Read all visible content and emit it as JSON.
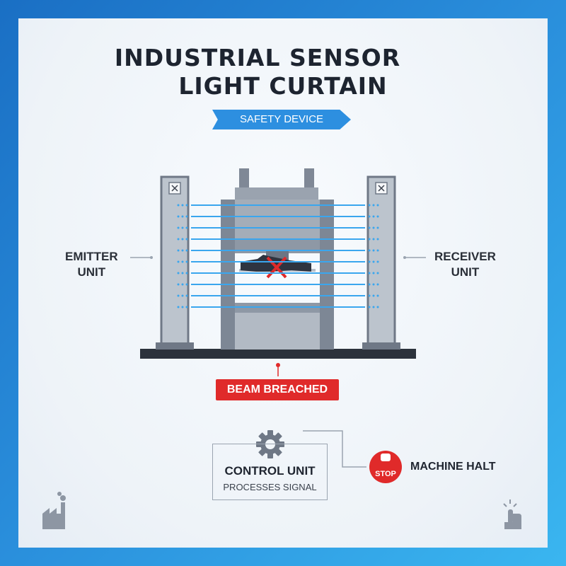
{
  "title_line1": "INDUSTRIAL SENSOR",
  "title_line2": "LIGHT CURTAIN",
  "tag": "SAFETY DEVICE",
  "emitter_label_1": "EMITTER",
  "emitter_label_2": "UNIT",
  "receiver_label_1": "RECEIVER",
  "receiver_label_2": "UNIT",
  "breach_label": "BEAM BREACHED",
  "control_title": "CONTROL UNIT",
  "control_sub": "PROCESSES SIGNAL",
  "stop_text": "STOP",
  "halt_label": "MACHINE HALT",
  "colors": {
    "beam": "#3aa6ee",
    "alert": "#e02a2a",
    "accent": "#2d8fe0",
    "machine": "#8d96a3"
  },
  "icons": [
    "factory-icon",
    "hand-touch-icon",
    "gear-icon",
    "stop-hand-icon"
  ]
}
